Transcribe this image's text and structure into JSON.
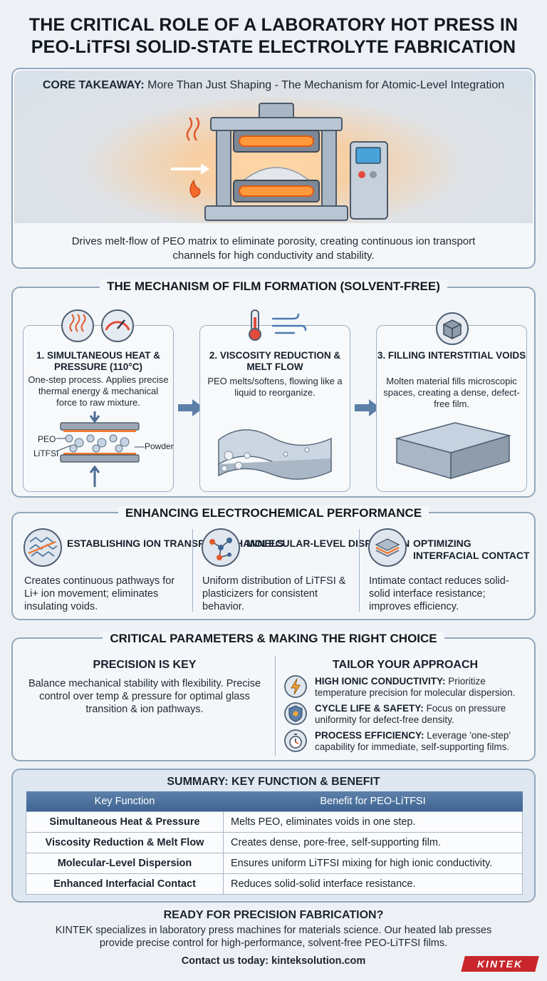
{
  "title": {
    "line1": "THE CRITICAL ROLE OF A LABORATORY HOT PRESS IN",
    "line2": "PEO-LiTFSI SOLID-STATE ELECTROLYTE FABRICATION"
  },
  "core": {
    "label_bold": "CORE TAKEAWAY:",
    "label_rest": " More Than Just Shaping - The Mechanism for Atomic-Level Integration",
    "text": "Drives melt-flow of PEO matrix to eliminate porosity, creating continuous ion transport channels for high conductivity and stability."
  },
  "mechanism": {
    "heading": "THE MECHANISM OF FILM FORMATION (SOLVENT-FREE)",
    "steps": [
      {
        "title": "1. SIMULTANEOUS HEAT & PRESSURE (110°C)",
        "text": "One-step process. Applies precise thermal energy & mechanical force to raw mixture."
      },
      {
        "title": "2. VISCOSITY REDUCTION & MELT FLOW",
        "text": "PEO melts/softens, flowing like a liquid to reorganize."
      },
      {
        "title": "3. FILLING INTERSTITIAL VOIDS",
        "text": "Molten material fills microscopic spaces, creating a dense, defect-free film."
      }
    ],
    "labels": {
      "peo": "PEO",
      "litfsi": "LiTFSI",
      "powder": "Powder"
    }
  },
  "performance": {
    "heading": "ENHANCING ELECTROCHEMICAL PERFORMANCE",
    "items": [
      {
        "title": "ESTABLISHING ION TRANSPORT CHANNELS",
        "text": "Creates continuous pathways for Li+ ion movement; eliminates insulating voids."
      },
      {
        "title": "MOLECULAR-LEVEL DISPERSION",
        "text": "Uniform distribution of LiTFSI & plasticizers for consistent behavior."
      },
      {
        "title": "OPTIMIZING INTERFACIAL CONTACT",
        "text": "Intimate contact reduces solid-solid interface resistance; improves efficiency."
      }
    ]
  },
  "parameters": {
    "heading": "CRITICAL PARAMETERS & MAKING THE RIGHT CHOICE",
    "precision_title": "PRECISION IS KEY",
    "precision_text": "Balance mechanical stability with flexibility. Precise control over temp & pressure for optimal glass transition & ion pathways.",
    "tailor_title": "TAILOR YOUR APPROACH",
    "tailor": [
      {
        "bold": "HIGH IONIC CONDUCTIVITY:",
        "text": " Prioritize temperature precision for molecular dispersion."
      },
      {
        "bold": "CYCLE LIFE & SAFETY:",
        "text": " Focus on pressure uniformity for defect-free density."
      },
      {
        "bold": "PROCESS EFFICIENCY:",
        "text": " Leverage 'one-step' capability for immediate, self-supporting films."
      }
    ]
  },
  "summary": {
    "heading": "SUMMARY: KEY FUNCTION & BENEFIT",
    "col1": "Key Function",
    "col2": "Benefit for PEO-LiTFSI",
    "rows": [
      {
        "k": "Simultaneous Heat & Pressure",
        "b": "Melts PEO, eliminates voids in one step."
      },
      {
        "k": "Viscosity Reduction & Melt Flow",
        "b": "Creates dense, pore-free, self-supporting film."
      },
      {
        "k": "Molecular-Level Dispersion",
        "b": "Ensures uniform LiTFSI mixing for high ionic conductivity."
      },
      {
        "k": "Enhanced Interfacial Contact",
        "b": "Reduces solid-solid interface resistance."
      }
    ]
  },
  "cta": {
    "title": "READY FOR PRECISION FABRICATION?",
    "text": "KINTEK specializes in laboratory press machines for materials science. Our heated lab presses provide precise control for high-performance, solvent-free PEO-LiTFSI films.",
    "contact": "Contact us today: kinteksolution.com",
    "logo": "KINTEK"
  }
}
